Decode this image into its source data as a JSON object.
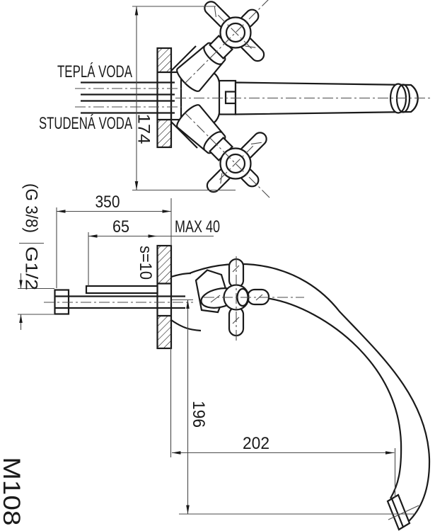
{
  "drawing": {
    "model_number": "M108",
    "colors": {
      "line": "#1a1a1a",
      "background": "#ffffff"
    },
    "top_view": {
      "hot_water_label": "TEPLÁ VODA",
      "cold_water_label": "STUDENÁ VODA",
      "height_dim": "174"
    },
    "side_view": {
      "depth_dim": "350",
      "union_dim": "65",
      "wall_thickness_dim": "MAX 40",
      "hex_size_label": "s=10",
      "thread_alt_label": "(G 3/8)",
      "thread_label": "G1/2",
      "drop_dim": "196",
      "reach_dim": "202"
    }
  }
}
